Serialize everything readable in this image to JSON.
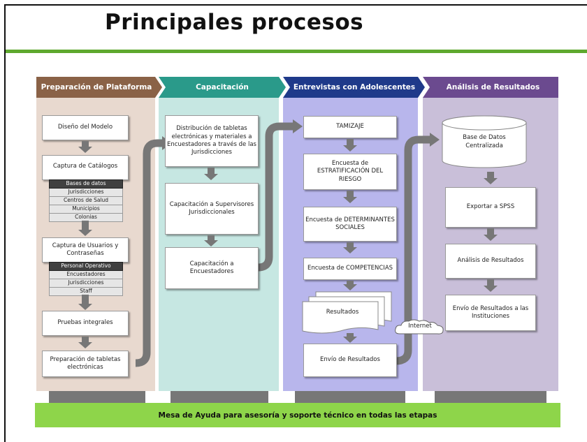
{
  "title": "Principales procesos",
  "colors": {
    "phase1": "#8a6247",
    "phase2": "#2a9a8a",
    "phase3": "#1f3a8a",
    "phase4": "#6b4a8f",
    "accent_green": "#5ea82e",
    "help_bar": "#8ed54a"
  },
  "phases": [
    {
      "header": "Preparación de Plataforma",
      "steps": [
        "Diseño del Modelo",
        "Captura de Catálogos",
        "Captura de Usuarios y Contraseñas",
        "Pruebas integrales",
        "Preparación de tabletas electrónicas"
      ],
      "catalogs": {
        "header": "Bases de datos",
        "items": [
          "Jurisdicciones",
          "Centros de Salud",
          "Municipios",
          "Colonias"
        ]
      },
      "users": {
        "header": "Personal Operativo",
        "items": [
          "Encuestadores",
          "Jurisdicciones",
          "Staff"
        ]
      }
    },
    {
      "header": "Capacitación",
      "steps": [
        "Distribución de tabletas electrónicas y materiales a Encuestadores a través de las Jurisdicciones",
        "Capacitación a Supervisores Jurisdiccionales",
        "Capacitación a Encuestadores"
      ]
    },
    {
      "header": "Entrevistas con Adolescentes",
      "steps": [
        "TAMIZAJE",
        "Encuesta de ESTRATIFICACIÓN DEL RIESGO",
        "Encuesta de DETERMINANTES SOCIALES",
        "Encuesta de COMPETENCIAS",
        "Resultados",
        "Envío de Resultados"
      ]
    },
    {
      "header": "Análisis de Resultados",
      "steps": [
        "Base de Datos Centralizada",
        "Exportar a SPSS",
        "Análisis de Resultados",
        "Envío de Resultados a las Instituciones"
      ]
    }
  ],
  "internet_label": "Internet",
  "help_desk": "Mesa de Ayuda para asesoría y soporte técnico en todas las etapas"
}
